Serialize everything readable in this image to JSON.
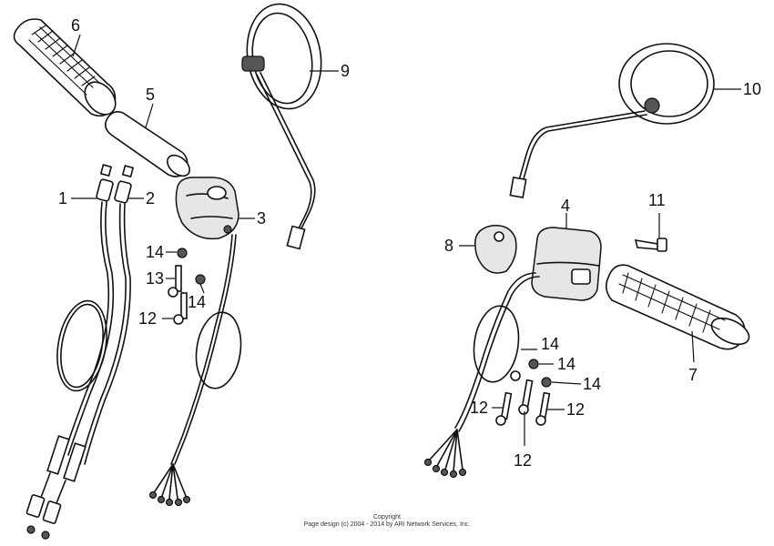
{
  "callouts": {
    "c1": "1",
    "c2": "2",
    "c3": "3",
    "c4": "4",
    "c5": "5",
    "c6": "6",
    "c7": "7",
    "c8": "8",
    "c9": "9",
    "c10": "10",
    "c11": "11",
    "c12a": "12",
    "c12b": "12",
    "c12c": "12",
    "c12d": "12",
    "c13": "13",
    "c14a": "14",
    "c14b": "14",
    "c14c": "14",
    "c14d": "14",
    "c14e": "14"
  },
  "footer": {
    "line1": "Copyright",
    "line2": "Page design (c) 2004 - 2014 by ARI Network Services, Inc."
  }
}
